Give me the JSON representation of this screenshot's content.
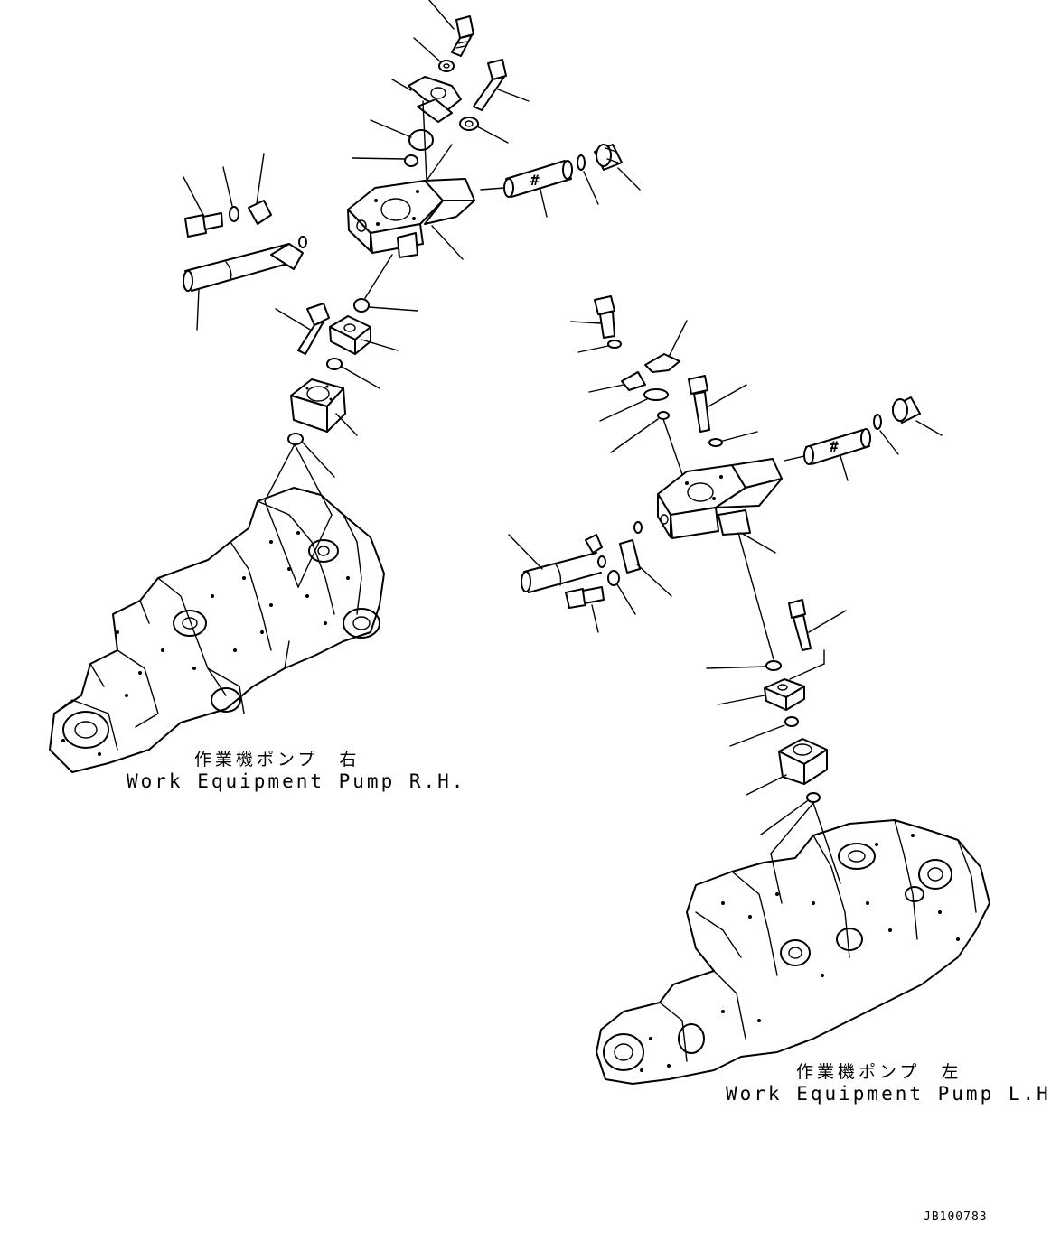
{
  "assemblies": [
    {
      "id": "rh",
      "label_jp": "作業機ポンプ　右",
      "label_en": "Work Equipment Pump R.H."
    },
    {
      "id": "lh",
      "label_jp": "作業機ポンプ　左",
      "label_en": "Work Equipment Pump L.H."
    }
  ],
  "drawing_code": "JB100783"
}
